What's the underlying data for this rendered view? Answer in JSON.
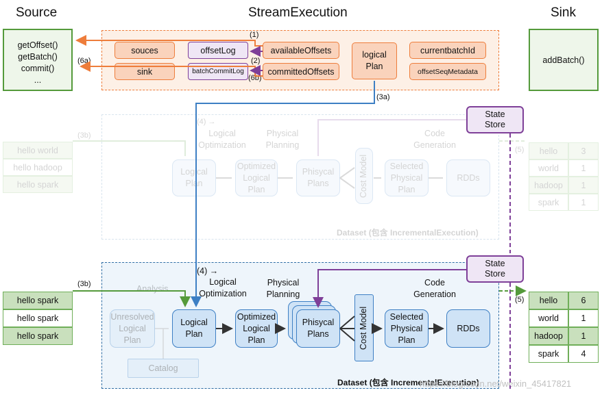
{
  "headers": {
    "source": "Source",
    "stream": "StreamExecution",
    "sink": "Sink"
  },
  "source_box": {
    "lines": [
      "getOffset()",
      "getBatch()",
      "commit()",
      "..."
    ]
  },
  "sink_box": {
    "label": "addBatch()"
  },
  "stream_items": {
    "souces": "souces",
    "offset_log": "offsetLog",
    "available_offsets": "availableOffsets",
    "sink": "sink",
    "batch_commit_log": "batchCommitLog",
    "committed_offsets": "committedOffsets",
    "logical_plan": [
      "logical",
      "Plan"
    ],
    "current_batch_id": "currentbatchId",
    "offset_seq_metadata": "offsetSeqMetadata"
  },
  "step_labels": {
    "s1": "(1)",
    "s2": "(2)",
    "s6b": "(6b)",
    "s6a": "(6a)",
    "s3a": "(3a)",
    "s3b": "(3b)",
    "s4": "(4) →",
    "s5": "(5)"
  },
  "state_store": [
    "State",
    "Store"
  ],
  "faded": {
    "input_rows": [
      "hello world",
      "hello hadoop",
      "hello spark"
    ],
    "output_rows": [
      [
        "hello",
        "3"
      ],
      [
        "world",
        "1"
      ],
      [
        "hadoop",
        "1"
      ],
      [
        "spark",
        "1"
      ]
    ],
    "dataset_label": "Dataset (包含 IncrementalExecution)"
  },
  "pipeline": {
    "logical_opt": [
      "Logical",
      "Optimization"
    ],
    "physical_planning": [
      "Physical",
      "Planning"
    ],
    "code_generation": [
      "Code",
      "Generation"
    ],
    "analysis": "Analysis",
    "unresolved": [
      "Unresolved",
      "Logical",
      "Plan"
    ],
    "catalog": "Catalog",
    "logical_plan": [
      "Logical",
      "Plan"
    ],
    "optimized": [
      "Optimized",
      "Logical",
      "Plan"
    ],
    "physical_plans": [
      "Phisycal",
      "Plans"
    ],
    "cost_model": "Cost Model",
    "selected": [
      "Selected",
      "Physical",
      "Plan"
    ],
    "rdds": "RDDs",
    "dataset_label": "Dataset (包含 IncrementalExecution)"
  },
  "input_rows": [
    "hello spark",
    "hello spark",
    "hello spark"
  ],
  "output_rows": [
    [
      "hello",
      "6"
    ],
    [
      "world",
      "1"
    ],
    [
      "hadoop",
      "1"
    ],
    [
      "spark",
      "4"
    ]
  ],
  "watermark": "https://blog.csdn.net/weixin_45417821",
  "colors": {
    "orange": "#ee7d3b",
    "purple": "#7e3f98",
    "green": "#549a3b",
    "blue": "#3d7fc4",
    "dash_blue": "#2e6da4"
  }
}
